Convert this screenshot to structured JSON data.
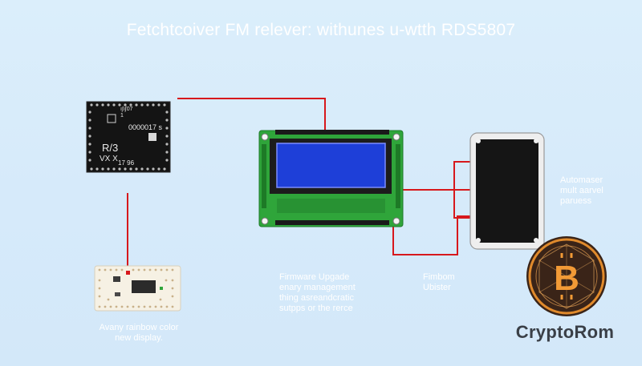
{
  "title": "Fetchtcoiver FM relever: withunes u-wtth RDS5807",
  "module": {
    "line1": "ı∫ı∫07",
    "line2": "1",
    "line3": "0000017 s",
    "line4": "R/3",
    "line5": "VX  X",
    "line6": "17 96"
  },
  "labels": {
    "breadboard_caption": "Avany rainbow color\nnew display.",
    "firmware": "Firmware Upgade\nenary management\nthing asreandcratic\nsutpps or the rerce",
    "fimbom": "Fimbom\nUbister",
    "automaser": "Automaser\nmult aarvel\nparuess"
  },
  "brand": {
    "name": "CryptoRom",
    "symbol": "B"
  },
  "colors": {
    "wire": "#d7181c",
    "pcb": "#2fa53a",
    "lcd": "#1e3fd8",
    "coin": "#e08a2c",
    "background": "#d9ecfa"
  }
}
